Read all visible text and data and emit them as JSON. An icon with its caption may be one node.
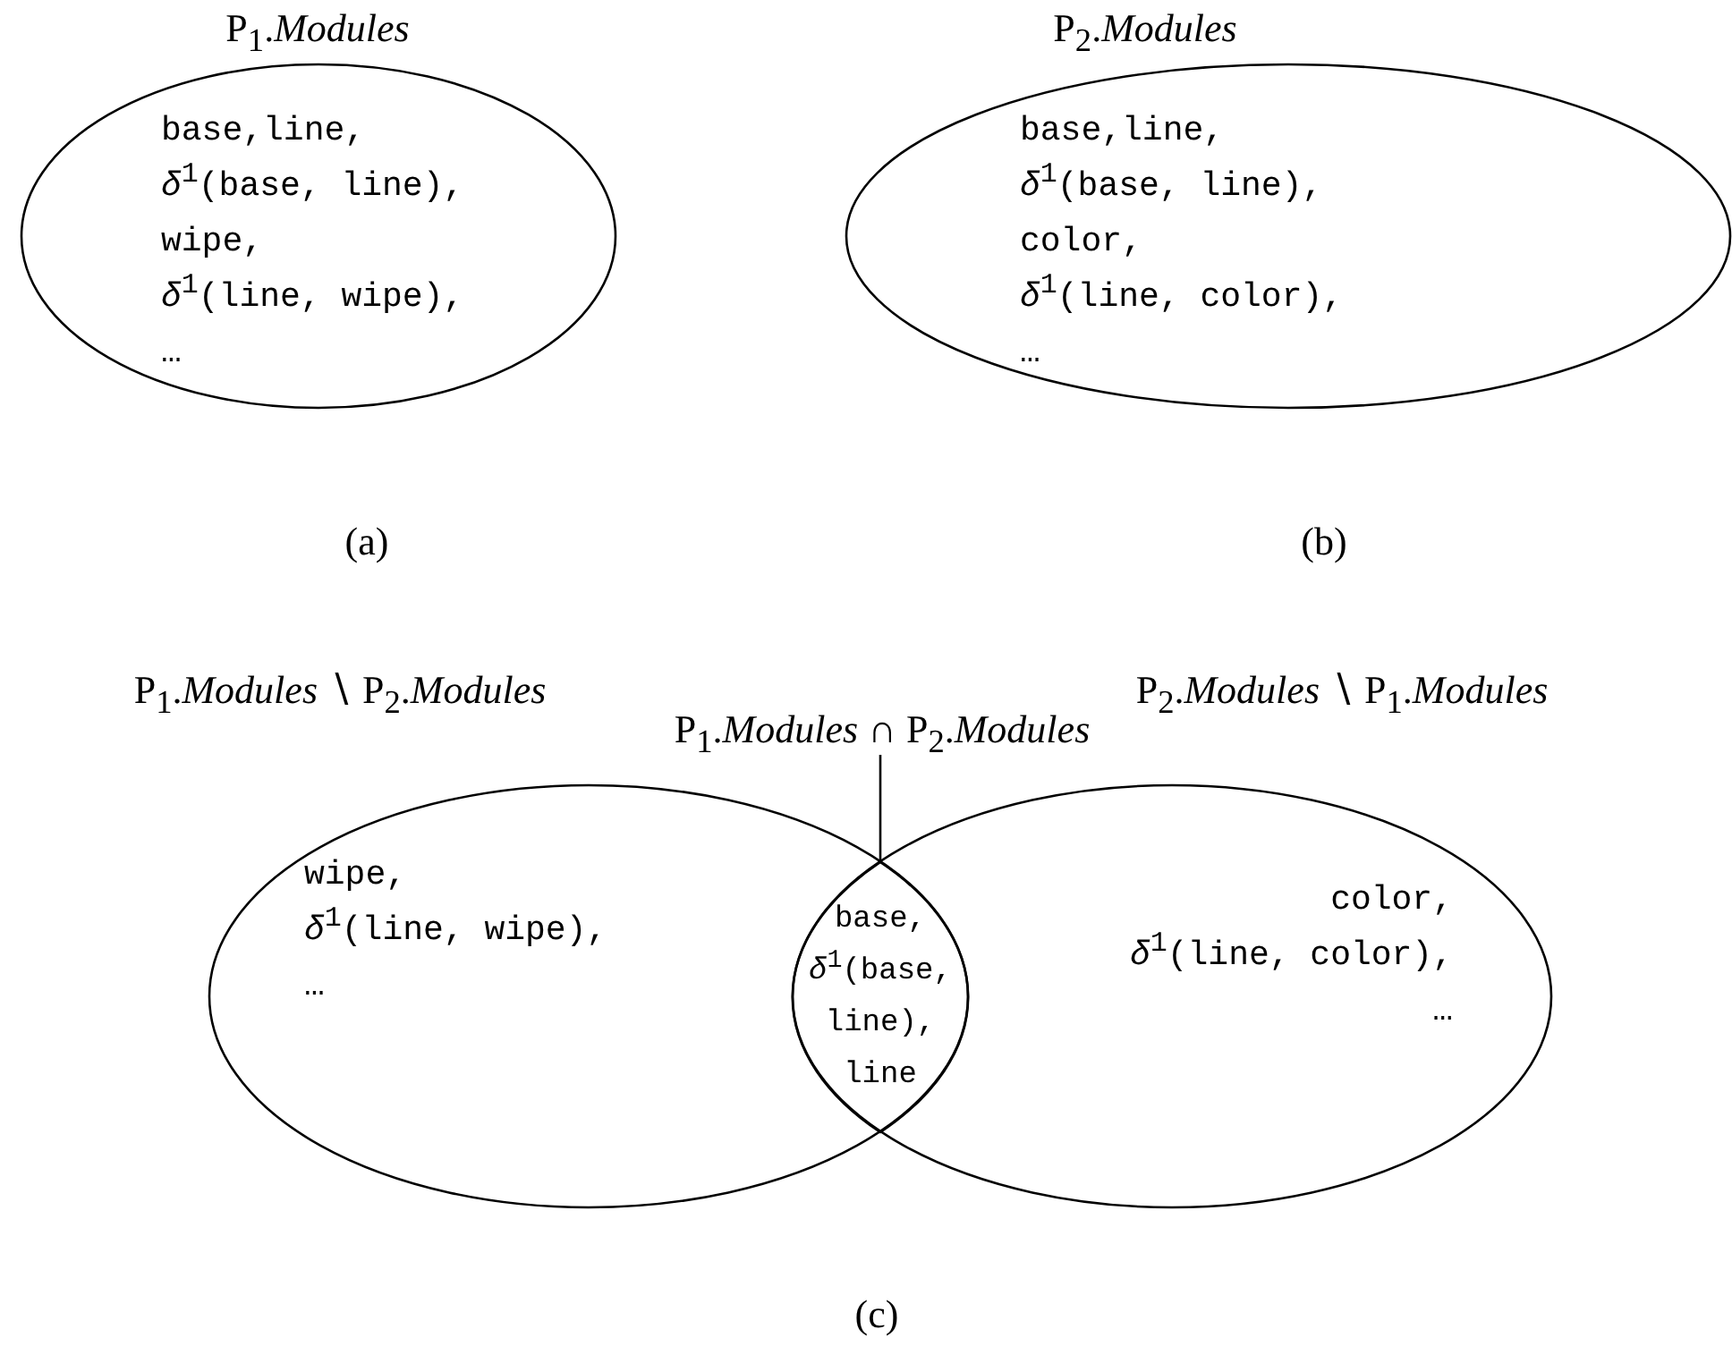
{
  "diagram": {
    "nodes": [
      {
        "text": [
          "P$_{1}$.*Modules*",
          "base,line,",
          "*δ*$^{1}$(base, line),",
          "wipe,",
          "*δ*$^{1}$(line, wipe),",
          "…"
        ]
      },
      {
        "text": [
          "P$_{2}$.*Modules*",
          "base,line,",
          "*δ*$^{1}$(base, line),",
          "color,",
          "*δ*$^{1}$(line, color),",
          "…"
        ]
      },
      {
        "text": [
          "P$_{1}$.*Modules* ∖ P$_{2}$.*Modules*",
          "wipe,",
          "*δ*$^{1}$(line, wipe),",
          "…"
        ]
      },
      {
        "text": [
          "P$_{2}$.*Modules* ∖ P$_{1}$.*Modules*",
          "color,",
          "*δ*$^{1}$(line, color),",
          "…"
        ]
      },
      {
        "text": [
          "base,",
          "*δ*$^{1}$(base, line),",
          "line"
        ]
      },
      {
        "text": [
          "P$_{1}$.*Modules* ∩ P$_{2}$.*Modules*"
        ]
      }
    ],
    "edges": [
      {
        "from": 5,
        "to": 4,
        "arrow": "none"
      }
    ],
    "labels": [
      "(a)",
      "(b)",
      "(c)"
    ]
  }
}
